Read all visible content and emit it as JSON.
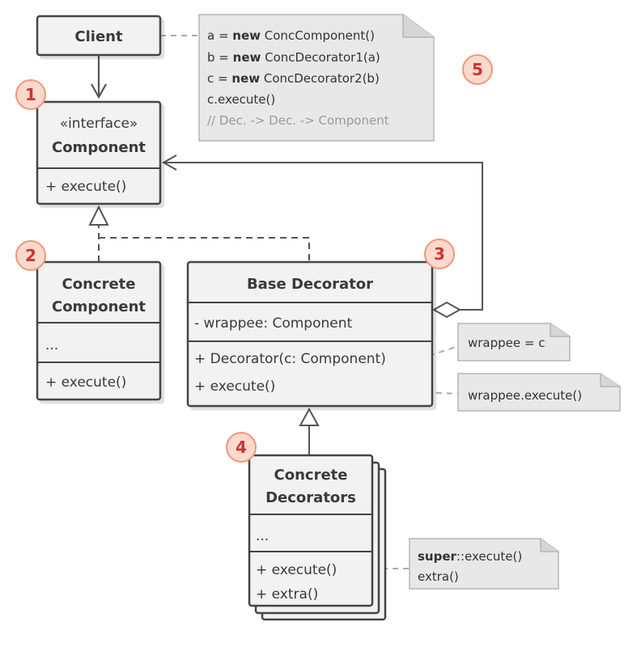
{
  "client": {
    "title": "Client"
  },
  "component": {
    "stereotype": "«interface»",
    "title": "Component",
    "method": "+ execute()"
  },
  "concrete_component": {
    "title_line1": "Concrete",
    "title_line2": "Component",
    "fields": "...",
    "method": "+ execute()"
  },
  "base_decorator": {
    "title": "Base Decorator",
    "field": "- wrappee: Component",
    "method1": "+ Decorator(c: Component)",
    "method2": "+ execute()"
  },
  "concrete_decorators": {
    "title_line1": "Concrete",
    "title_line2": "Decorators",
    "fields": "...",
    "method1": "+ execute()",
    "method2": "+ extra()"
  },
  "client_note": {
    "line1_pre": "a = ",
    "line1_kw": "new",
    "line1_post": " ConcComponent()",
    "line2_pre": "b = ",
    "line2_kw": "new",
    "line2_post": " ConcDecorator1(a)",
    "line3_pre": "c = ",
    "line3_kw": "new",
    "line3_post": " ConcDecorator2(b)",
    "line4": "c.execute()",
    "line5": "// Dec. -> Dec. -> Component"
  },
  "wrappee_note": {
    "text": "wrappee = c"
  },
  "execute_note": {
    "text": "wrappee.execute()"
  },
  "super_note": {
    "line1_kw": "super",
    "line1_post": "::execute()",
    "line2": "extra()"
  },
  "badges": {
    "b1": "1",
    "b2": "2",
    "b3": "3",
    "b4": "4",
    "b5": "5"
  },
  "colors": {
    "box_fill": "#f2f2f2",
    "box_stroke": "#444444",
    "note_fill": "#e8e8e8",
    "note_stroke": "#b5b5b5",
    "badge_fill": "#fbd9cd",
    "badge_stroke": "#f29779",
    "badge_text": "#cc3333",
    "line": "#555555",
    "dashed": "#aaaaaa"
  }
}
